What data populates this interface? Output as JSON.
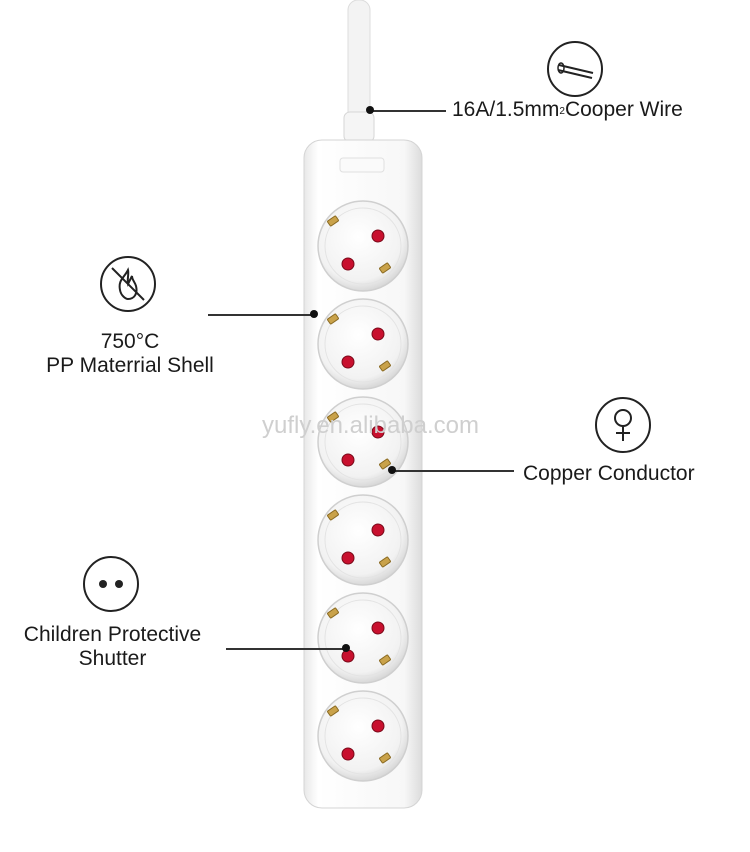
{
  "callouts": {
    "wire": {
      "text": "16A/1.5mm",
      "sup": "2",
      "text_after": "Cooper Wire",
      "icon": "wire-icon"
    },
    "shell": {
      "line1": "750°C",
      "line2": "PP Materrial Shell",
      "icon": "no-fire-icon"
    },
    "conductor": {
      "text": "Copper Conductor",
      "icon": "copper-symbol-icon"
    },
    "shutter": {
      "line1": "Children Protective",
      "line2": "Shutter",
      "icon": "two-dots-icon"
    }
  },
  "watermark": "yufly.en.alibaba.com",
  "product": {
    "sockets": 6,
    "color": "#f4f4f4",
    "pin_color": "#c8102e",
    "ground_color": "#c9a24a"
  }
}
